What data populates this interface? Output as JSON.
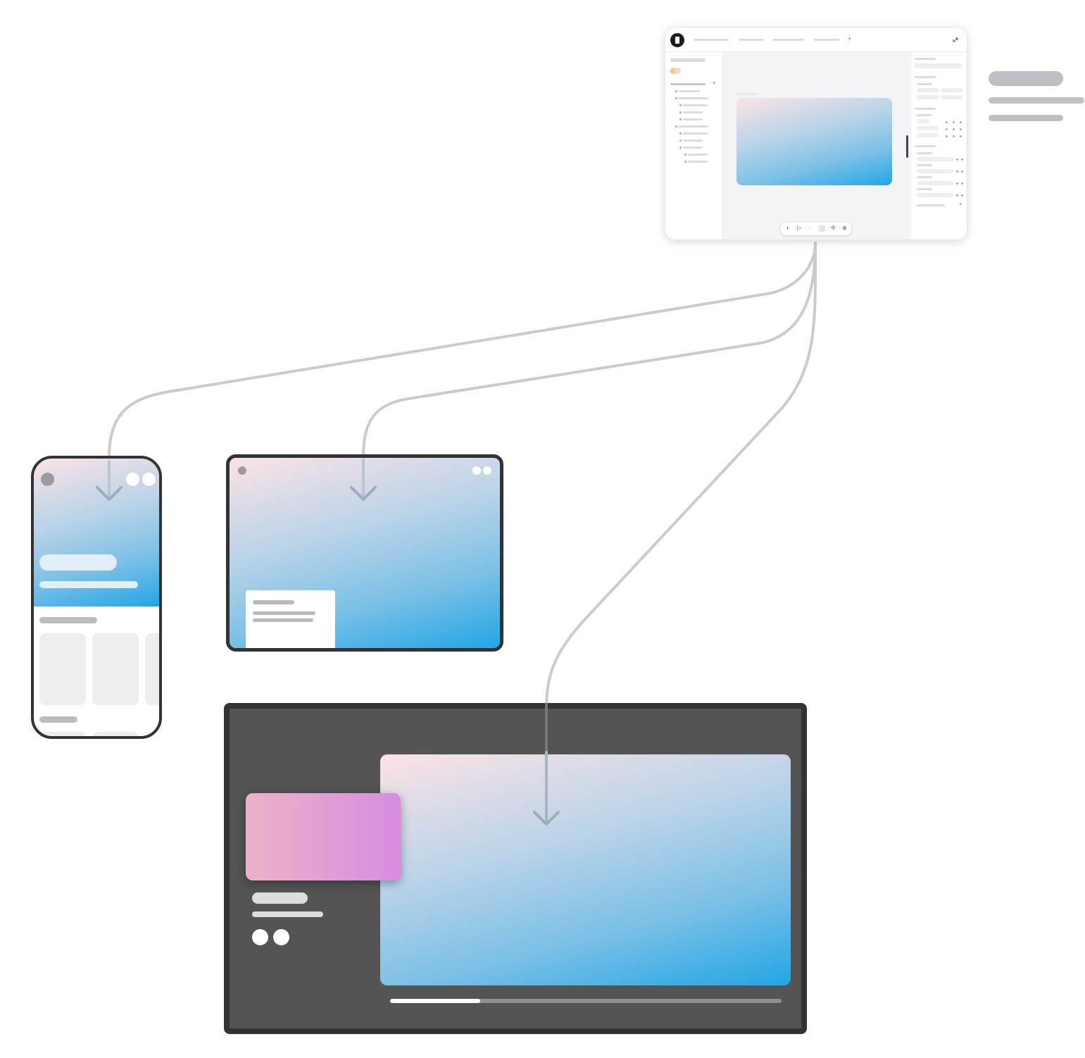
{
  "diagram": {
    "description_text": [],
    "colors": {
      "connector": "#c9c9c9",
      "arrow": "#9aa8b6",
      "device_frame": "#333333",
      "tv_body": "#545454",
      "gradient_top": "#fbe3e6",
      "gradient_bottom": "#22a6e5",
      "pink_card_left": "#ecb2c8",
      "pink_card_right": "#d78ce0",
      "placeholder_gray": "#c0c0c0"
    },
    "nodes": [
      {
        "id": "editor",
        "kind": "design-editor-window"
      },
      {
        "id": "phone",
        "kind": "mobile-device"
      },
      {
        "id": "tablet",
        "kind": "tablet-device"
      },
      {
        "id": "tv",
        "kind": "tv-screen"
      }
    ],
    "edges": [
      {
        "from": "editor",
        "to": "phone"
      },
      {
        "from": "editor",
        "to": "tablet"
      },
      {
        "from": "editor",
        "to": "tv"
      }
    ],
    "tv_progress": 0.23,
    "icons": [
      "logo-icon",
      "plus-icon",
      "share-icon",
      "play-icon",
      "comment-icon",
      "frame-icon",
      "component-icon",
      "zoom-icon"
    ]
  }
}
